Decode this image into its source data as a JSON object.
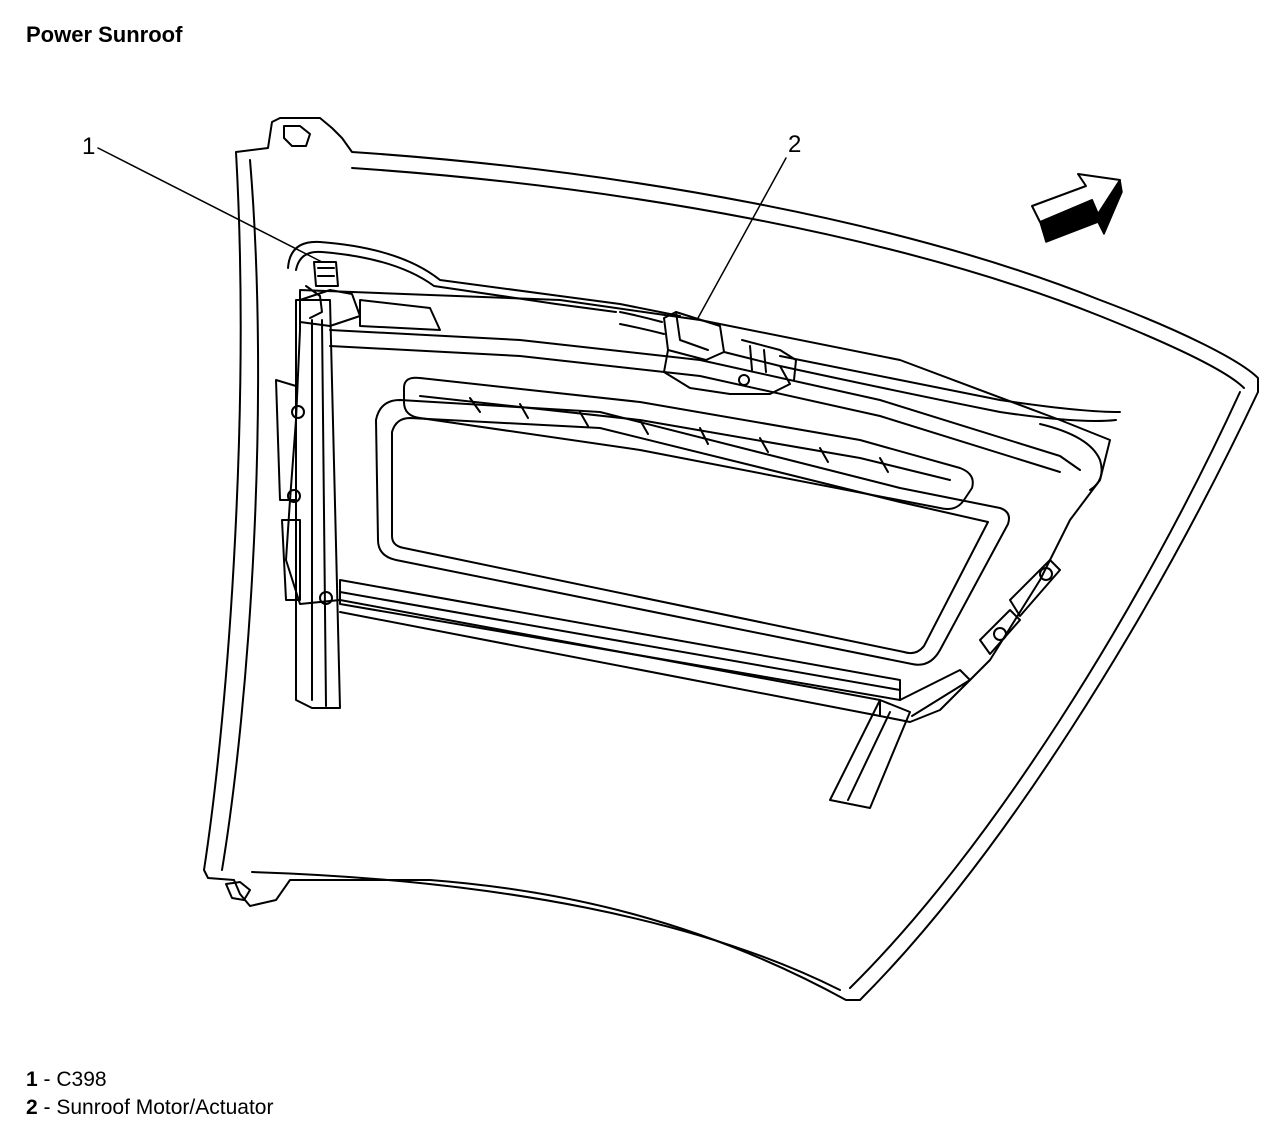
{
  "title": "Power Sunroof",
  "callouts": [
    "1",
    "2"
  ],
  "legend": [
    {
      "num": "1",
      "sep": " - ",
      "text": "C398"
    },
    {
      "num": "2",
      "sep": " - ",
      "text": "Sunroof Motor/Actuator"
    }
  ],
  "icons": [
    "direction-arrow-icon"
  ],
  "colors": {
    "line": "#000000",
    "background": "#ffffff"
  }
}
